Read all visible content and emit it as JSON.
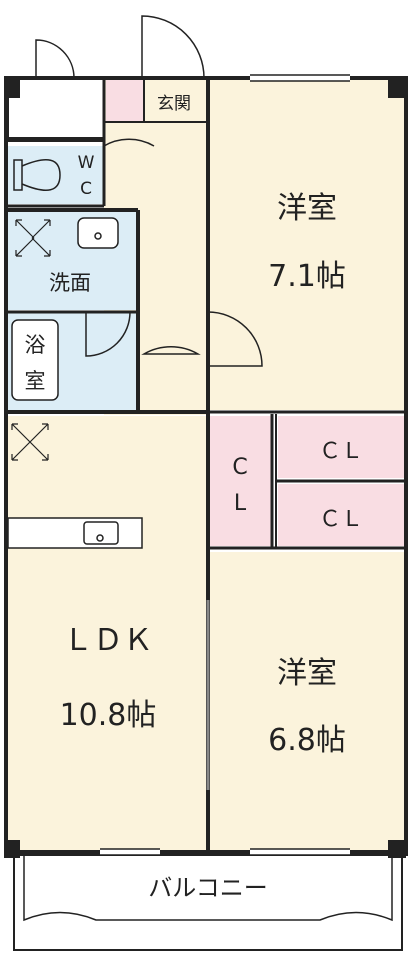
{
  "colors": {
    "room": "#fbf3dc",
    "wet": "#dcedf6",
    "closet": "#f9dde3",
    "entrance": "#f9dde3",
    "wall": "#222222",
    "background": "#ffffff"
  },
  "rooms": {
    "entrance": "玄関",
    "wc_line1": "W",
    "wc_line2": "C",
    "washroom": "洗面",
    "bath_line1": "浴",
    "bath_line2": "室",
    "bedroom1_name": "洋室",
    "bedroom1_size": "7.1帖",
    "bedroom2_name": "洋室",
    "bedroom2_size": "6.8帖",
    "ldk_name": "ＬＤＫ",
    "ldk_size": "10.8帖",
    "closet_vertical_line1": "C",
    "closet_vertical_line2": "L",
    "closet_top": "ＣＬ",
    "closet_bottom": "ＣＬ",
    "balcony": "バルコニー"
  }
}
